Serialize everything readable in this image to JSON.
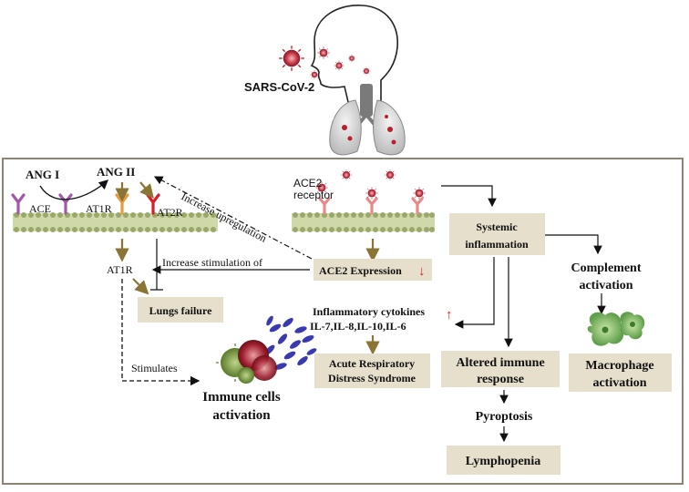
{
  "header": {
    "virus_label": "SARS-CoV-2"
  },
  "raas": {
    "ang1": "ANG I",
    "ang2": "ANG II",
    "ace": "ACE",
    "at1r_membrane": "AT1R",
    "at2r": "AT2R",
    "at1r_node": "AT1R",
    "lungs_failure": "Lungs failure",
    "stimulates": "Stimulates",
    "immune_activation_line1": "Immune cells",
    "immune_activation_line2": "activation"
  },
  "ace2": {
    "receptor_line1": "ACE2",
    "receptor_line2": "receptor",
    "expression": "ACE2 Expression",
    "expression_arrow": "↓",
    "increase_upregulation": "Increase upregulation",
    "increase_stimulation": "Increase stimulation of"
  },
  "cytokines": {
    "line1": "Inflammatory cytokines",
    "up_arrow": "↑",
    "line2": "IL-7,IL-8,IL-10,IL-6",
    "ards_line1": "Acute Respiratory",
    "ards_line2": "Distress Syndrome"
  },
  "systemic": {
    "line1": "Systemic",
    "line2": "inflammation",
    "altered_line1": "Altered immune",
    "altered_line2": "response",
    "pyroptosis": "Pyroptosis",
    "lymphopenia": "Lymphopenia",
    "complement_line1": "Complement",
    "complement_line2": "activation",
    "macrophage_line1": "Macrophage",
    "macrophage_line2": "activation"
  },
  "colors": {
    "panel_border": "#8a8570",
    "tan_box": "#e6dfcc",
    "membrane_green": "#cfd8a8",
    "membrane_head": "#9aa86a",
    "virus_red": "#b8202e",
    "receptor_pink": "#e88a8a",
    "ace_purple": "#a05aa8",
    "at1r_orange": "#e79a3e",
    "at2r_red": "#d81e2a",
    "arrow_brown": "#8a7535",
    "macrophage_green": "#7fb86a",
    "immune_blue": "#3a3ab0"
  }
}
